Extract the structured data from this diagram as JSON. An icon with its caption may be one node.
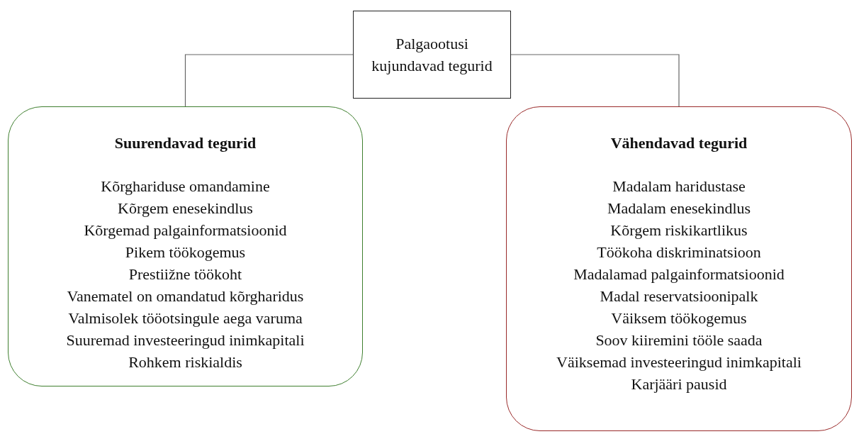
{
  "diagram": {
    "nodes": [
      {
        "text": [
          "Palgaootusi kujundavad tegurid"
        ]
      },
      {
        "text": [
          "Suurendavad tegurid",
          "Kõrghariduse omandamine",
          "Kõrgem enesekindlus",
          "Kõrgemad palgainformatsioonid",
          "Pikem töökogemus",
          "Prestiižne töökoht",
          "Vanematel on omandatud kõrgharidus",
          "Valmisolek tööotsingule aega varuma",
          "Suuremad investeeringud inimkapitali",
          "Rohkem riskialdis"
        ]
      },
      {
        "text": [
          "Vähendavad tegurid",
          "Madalam haridustase",
          "Madalam enesekindlus",
          "Kõrgem riskikartlikus",
          "Töökoha diskriminatsioon",
          "Madalamad palgainformatsioonid",
          "Madal reservatsioonipalk",
          "Väiksem töökogemus",
          "Soov kiiremini tööle saada",
          "Väiksemad investeeringud inimkapitali",
          "Karjääri pausid"
        ]
      }
    ],
    "edges": [
      {
        "from": 0,
        "to": 1,
        "arrow": "none"
      },
      {
        "from": 0,
        "to": 2,
        "arrow": "none"
      }
    ]
  }
}
